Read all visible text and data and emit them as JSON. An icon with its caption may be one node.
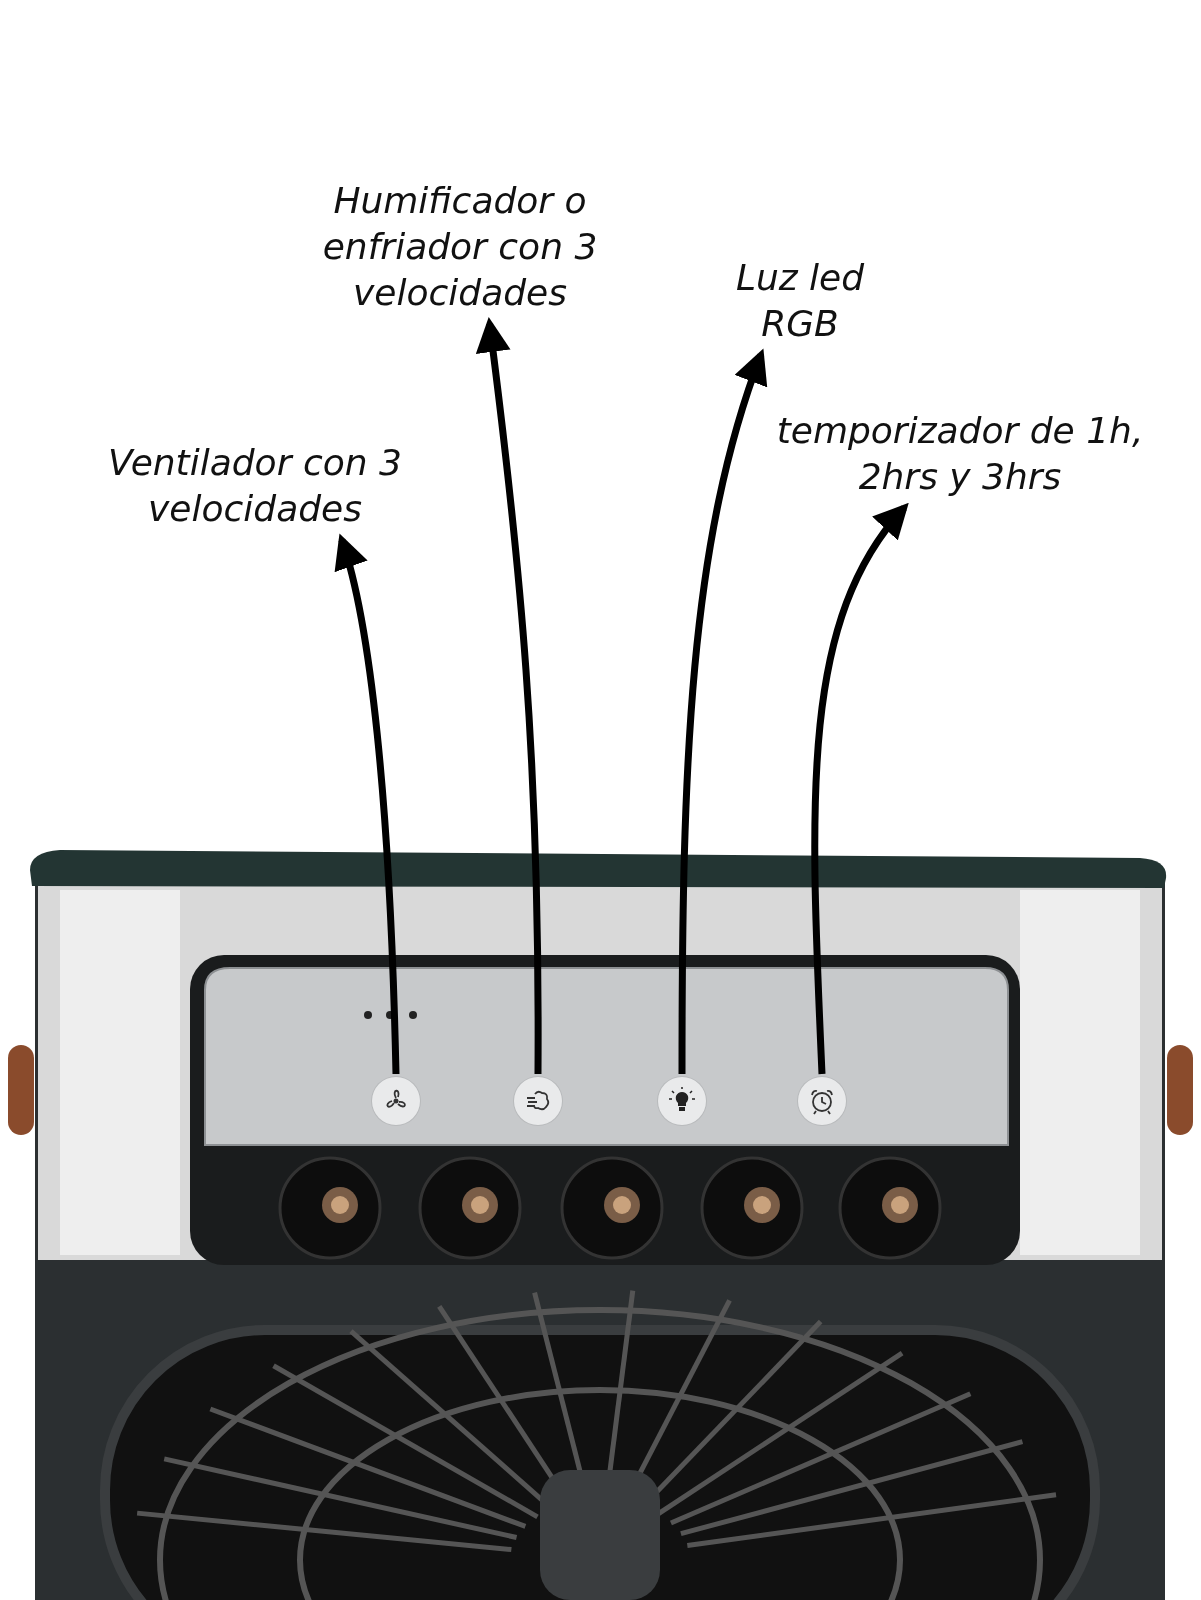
{
  "diagram": {
    "nodes": [
      {
        "text": [
          "Humificador o enfriador con 3 velocidades"
        ]
      },
      {
        "text": [
          "Luz led RGB"
        ]
      },
      {
        "text": [
          "Ventilador con 3 velocidades"
        ]
      },
      {
        "text": [
          "temporizador de 1h, 2hrs y 3hrs"
        ]
      },
      {
        "text": [],
        "shape": "circle"
      },
      {
        "text": [],
        "shape": "circle"
      },
      {
        "text": [],
        "shape": "circle"
      },
      {
        "text": [],
        "shape": "circle"
      }
    ],
    "edges": [
      {
        "from": 4,
        "to": 2,
        "arrow": "to"
      },
      {
        "from": 5,
        "to": 0,
        "arrow": "to"
      },
      {
        "from": 6,
        "to": 1,
        "arrow": "to"
      },
      {
        "from": 7,
        "to": 3,
        "arrow": "to"
      }
    ]
  }
}
